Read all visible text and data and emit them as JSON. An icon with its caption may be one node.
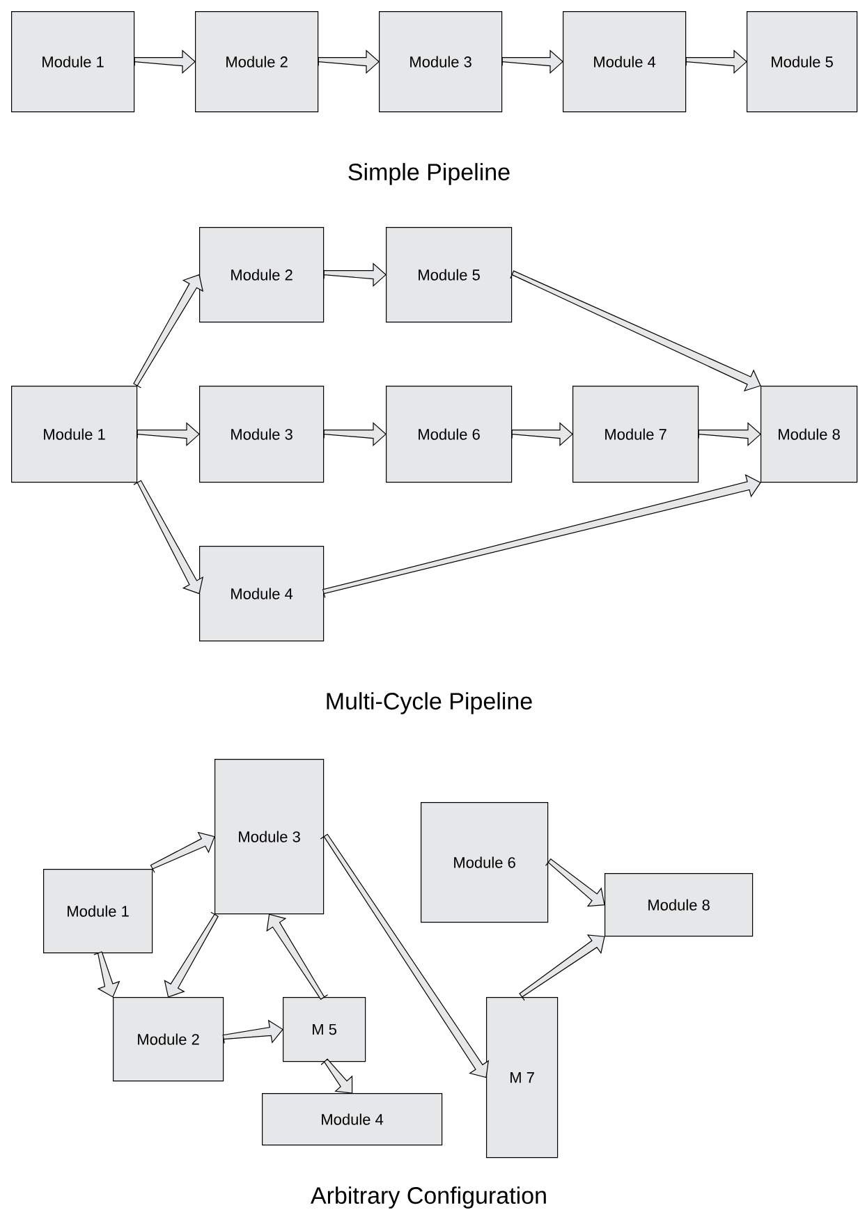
{
  "diagram": {
    "nodes": [
      {
        "text": [
          "Module 1"
        ]
      },
      {
        "text": [
          "Module 2"
        ]
      },
      {
        "text": [
          "Module 3"
        ]
      },
      {
        "text": [
          "Module 4"
        ]
      },
      {
        "text": [
          "Module 5"
        ]
      },
      {
        "text": [
          "Module 2"
        ]
      },
      {
        "text": [
          "Module 5"
        ]
      },
      {
        "text": [
          "Module 1"
        ]
      },
      {
        "text": [
          "Module 3"
        ]
      },
      {
        "text": [
          "Module 6"
        ]
      },
      {
        "text": [
          "Module 7"
        ]
      },
      {
        "text": [
          "Module 8"
        ]
      },
      {
        "text": [
          "Module 4"
        ]
      },
      {
        "text": [
          "Module 3"
        ]
      },
      {
        "text": [
          "Module 6"
        ]
      },
      {
        "text": [
          "Module 1"
        ]
      },
      {
        "text": [
          "Module 8"
        ]
      },
      {
        "text": [
          "Module 2"
        ]
      },
      {
        "text": [
          "M 5"
        ]
      },
      {
        "text": [
          "M 7"
        ]
      },
      {
        "text": [
          "Module 4"
        ]
      }
    ],
    "edges": [
      {
        "from": 0,
        "to": 1,
        "arrow": "to"
      },
      {
        "from": 1,
        "to": 2,
        "arrow": "to"
      },
      {
        "from": 2,
        "to": 3,
        "arrow": "to"
      },
      {
        "from": 3,
        "to": 4,
        "arrow": "to"
      },
      {
        "from": 7,
        "to": 5,
        "arrow": "to"
      },
      {
        "from": 7,
        "to": 8,
        "arrow": "to"
      },
      {
        "from": 7,
        "to": 12,
        "arrow": "to"
      },
      {
        "from": 5,
        "to": 6,
        "arrow": "to"
      },
      {
        "from": 8,
        "to": 9,
        "arrow": "to"
      },
      {
        "from": 9,
        "to": 10,
        "arrow": "to"
      },
      {
        "from": 10,
        "to": 11,
        "arrow": "to"
      },
      {
        "from": 6,
        "to": 11,
        "arrow": "to"
      },
      {
        "from": 12,
        "to": 11,
        "arrow": "to"
      },
      {
        "from": 15,
        "to": 13,
        "arrow": "to"
      },
      {
        "from": 15,
        "to": 17,
        "arrow": "to"
      },
      {
        "from": 13,
        "to": 17,
        "arrow": "to"
      },
      {
        "from": 18,
        "to": 13,
        "arrow": "to"
      },
      {
        "from": 17,
        "to": 18,
        "arrow": "to"
      },
      {
        "from": 18,
        "to": 20,
        "arrow": "to"
      },
      {
        "from": 13,
        "to": 19,
        "arrow": "to"
      },
      {
        "from": 14,
        "to": 16,
        "arrow": "to"
      },
      {
        "from": 19,
        "to": 16,
        "arrow": "to"
      }
    ],
    "labels": [
      "Simple Pipeline",
      "Multi-Cycle Pipeline",
      "Arbitrary Configuration"
    ]
  }
}
